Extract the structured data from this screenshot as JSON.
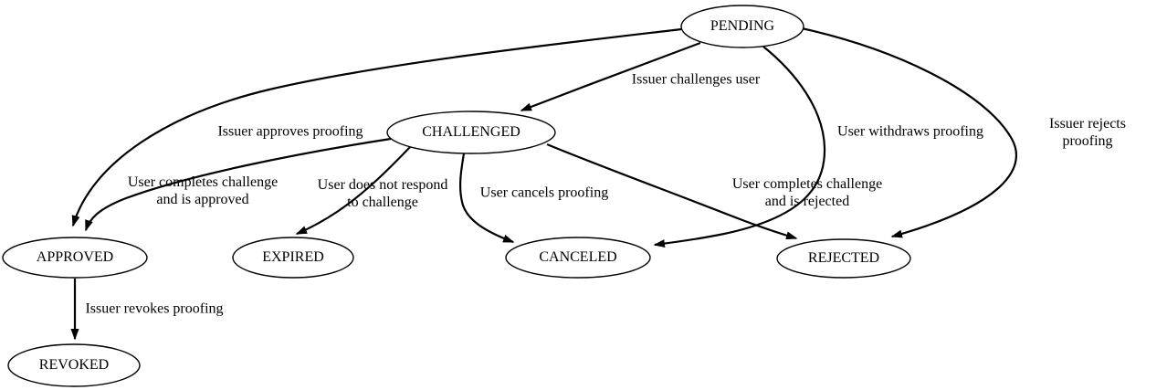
{
  "diagram": {
    "title": "Proofing state transition diagram",
    "background_color": "#ffffff",
    "ink_color": "#000000",
    "node_fill_color": "#ffffff",
    "nodes": [
      {
        "id": "pending",
        "label": "PENDING"
      },
      {
        "id": "challenged",
        "label": "CHALLENGED"
      },
      {
        "id": "approved",
        "label": "APPROVED"
      },
      {
        "id": "expired",
        "label": "EXPIRED"
      },
      {
        "id": "canceled",
        "label": "CANCELED"
      },
      {
        "id": "rejected",
        "label": "REJECTED"
      },
      {
        "id": "revoked",
        "label": "REVOKED"
      }
    ],
    "edges": [
      {
        "from": "PENDING",
        "to": "CHALLENGED",
        "label": "Issuer challenges user"
      },
      {
        "from": "PENDING",
        "to": "APPROVED",
        "label": "Issuer approves proofing"
      },
      {
        "from": "PENDING",
        "to": "CANCELED",
        "label": "User withdraws proofing"
      },
      {
        "from": "PENDING",
        "to": "REJECTED",
        "label": "Issuer rejects proofing"
      },
      {
        "from": "CHALLENGED",
        "to": "APPROVED",
        "label": "User completes challenge\nand is approved"
      },
      {
        "from": "CHALLENGED",
        "to": "EXPIRED",
        "label": "User does not respond\nto challenge"
      },
      {
        "from": "CHALLENGED",
        "to": "CANCELED",
        "label": "User cancels proofing"
      },
      {
        "from": "CHALLENGED",
        "to": "REJECTED",
        "label": "User completes challenge\nand is rejected"
      },
      {
        "from": "APPROVED",
        "to": "REVOKED",
        "label": "Issuer revokes proofing"
      }
    ]
  }
}
